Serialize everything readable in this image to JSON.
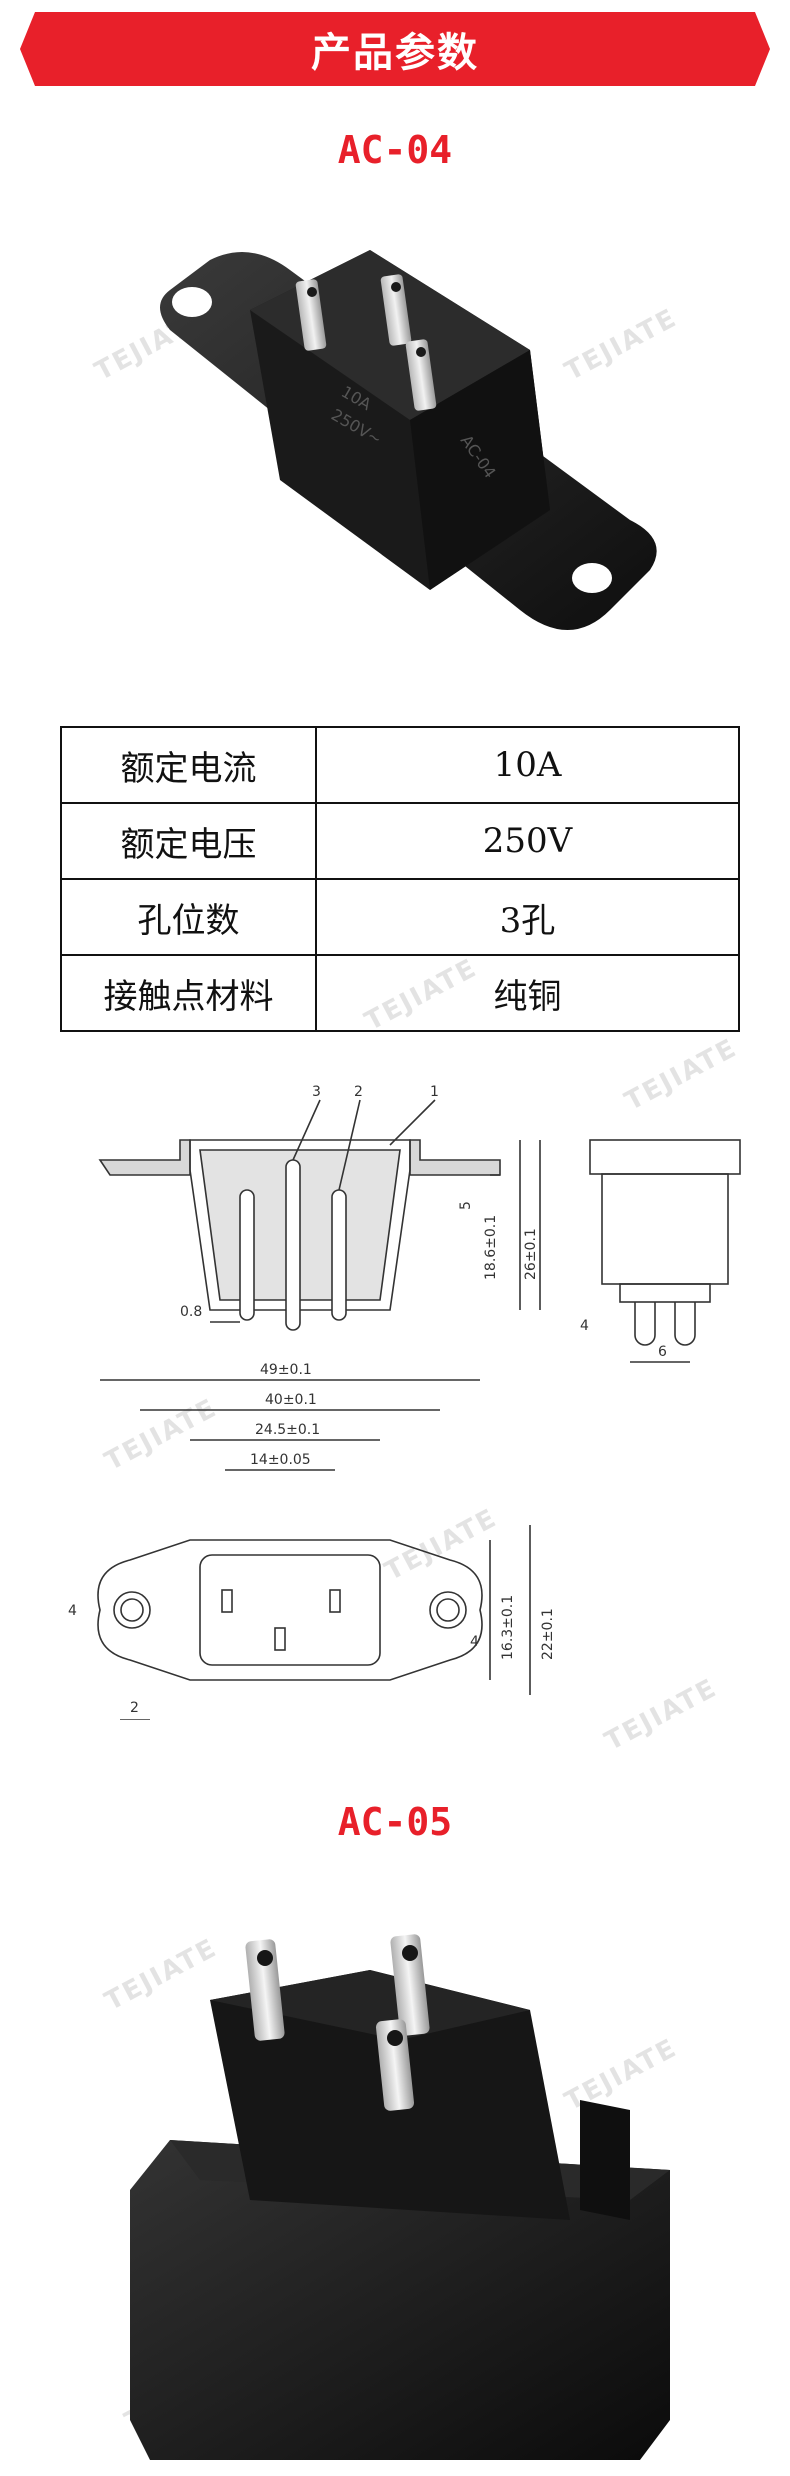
{
  "header": {
    "title": "产品参数"
  },
  "products": [
    {
      "model": "AC-04"
    },
    {
      "model": "AC-05"
    }
  ],
  "ac04_photo": {
    "markings": [
      "10A",
      "250V~",
      "AC-04"
    ]
  },
  "specs": [
    {
      "label": "额定电流",
      "value": "10A"
    },
    {
      "label": "额定电压",
      "value": "250V"
    },
    {
      "label": "孔位数",
      "value": "3孔"
    },
    {
      "label": "接触点材料",
      "value": "纯铜"
    }
  ],
  "drawing_side": {
    "callouts": [
      "3",
      "2",
      "1"
    ],
    "dims": [
      "5",
      "18.6±0.1",
      "26±0.1",
      "0.8"
    ]
  },
  "drawing_end": {
    "dims": [
      "4",
      "6"
    ]
  },
  "drawing_top": {
    "dims": [
      "49±0.1",
      "40±0.1",
      "24.5±0.1",
      "14±0.05",
      "4",
      "4",
      "16.3±0.1",
      "22±0.1",
      "2"
    ]
  },
  "watermark": {
    "text": "TEJIATE"
  },
  "colors": {
    "accent": "#e8202a",
    "ink": "#111111"
  }
}
